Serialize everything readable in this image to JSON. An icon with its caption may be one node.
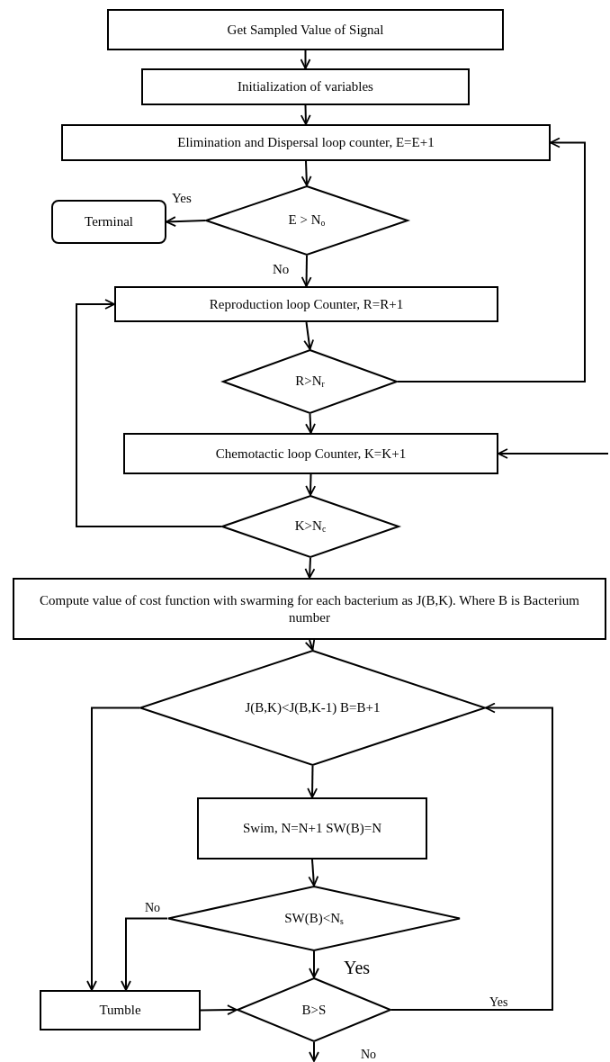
{
  "diagram": {
    "nodes": [
      {
        "text": [
          "Get Sampled Value of Signal"
        ]
      },
      {
        "text": [
          "Initialization of variables"
        ]
      },
      {
        "text": [
          "Elimination and Dispersal loop counter, E=E+1"
        ]
      },
      {
        "text": [
          "E > N$_{o}$"
        ]
      },
      {
        "text": [
          "Terminal"
        ]
      },
      {
        "text": [
          "Reproduction loop Counter, R=R+1"
        ]
      },
      {
        "text": [
          "R>N$_{r}$"
        ]
      },
      {
        "text": [
          "Chemotactic loop Counter, K=K+1"
        ]
      },
      {
        "text": [
          "K>N$_{c}$"
        ]
      },
      {
        "text": [
          "Compute value of cost function with swarming for each bacterium as J(B,K). Where B is Bacterium number"
        ]
      },
      {
        "text": [
          "J(B,K)<J(B,K-1) B=B+1"
        ]
      },
      {
        "text": [
          "Swim, N=N+1 SW(B)=N"
        ]
      },
      {
        "text": [
          "SW(B)<N$_{s}$"
        ]
      },
      {
        "text": [
          "Tumble"
        ]
      },
      {
        "text": [
          "B>S"
        ]
      }
    ],
    "edges": [
      {
        "from": 0,
        "to": 1,
        "arrow": "to"
      },
      {
        "from": 1,
        "to": 2,
        "arrow": "to"
      },
      {
        "from": 2,
        "to": 3,
        "arrow": "to"
      },
      {
        "from": 3,
        "to": 4,
        "arrow": "to",
        "label": "Yes"
      },
      {
        "from": 3,
        "to": 5,
        "arrow": "to",
        "label": "No"
      },
      {
        "from": 5,
        "to": 6,
        "arrow": "to"
      },
      {
        "from": 6,
        "to": 2,
        "arrow": "to"
      },
      {
        "from": 6,
        "to": 7,
        "arrow": "to"
      },
      {
        "from": 7,
        "to": 8,
        "arrow": "to"
      },
      {
        "from": 8,
        "to": 5,
        "arrow": "to"
      },
      {
        "from": 8,
        "to": 9,
        "arrow": "to"
      },
      {
        "from": 9,
        "to": 10,
        "arrow": "to"
      },
      {
        "from": 10,
        "to": 11,
        "arrow": "to"
      },
      {
        "from": 10,
        "to": 13,
        "arrow": "to"
      },
      {
        "from": 11,
        "to": 12,
        "arrow": "to"
      },
      {
        "from": 12,
        "to": 13,
        "arrow": "to",
        "label": "No"
      },
      {
        "from": 12,
        "to": 14,
        "arrow": "to",
        "label": "Yes"
      },
      {
        "from": 13,
        "to": 14,
        "arrow": "to"
      },
      {
        "from": 14,
        "to": 10,
        "arrow": "to",
        "label": "Yes"
      },
      {
        "from": null,
        "to": 7,
        "arrow": "to"
      },
      {
        "from": 14,
        "to": null,
        "arrow": "to",
        "label": "No"
      }
    ]
  }
}
